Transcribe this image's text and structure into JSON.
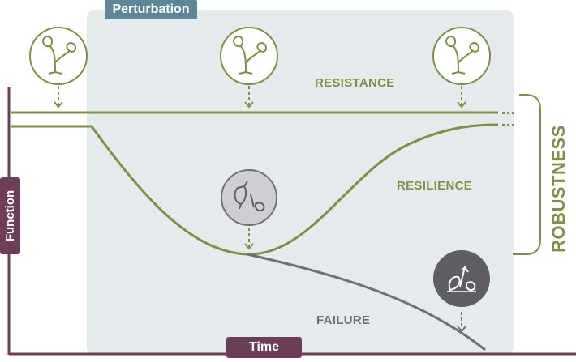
{
  "labels": {
    "perturbation": "Perturbation",
    "time": "Time",
    "function": "Function",
    "resistance": "RESISTANCE",
    "resilience": "RESILIENCE",
    "failure": "FAILURE",
    "robustness": "ROBUSTNESS"
  },
  "colors": {
    "perturbation_panel": "#e5eaed",
    "perturbation_tag": "#5d8796",
    "axis": "#6e3d57",
    "healthy_line": "#7f9140",
    "failure_line": "#6f6f78",
    "damaged_icon": "#cfcfd3",
    "dead_icon": "#5e5e64"
  },
  "icons": {
    "healthy": "healthy-plant-icon",
    "damaged": "damaged-plant-icon",
    "dead": "dead-plant-icon"
  }
}
